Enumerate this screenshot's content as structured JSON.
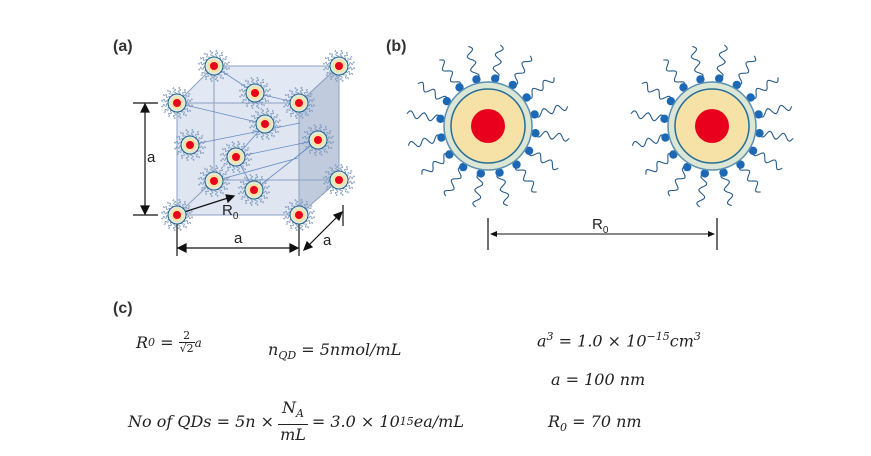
{
  "panels": {
    "a": "(a)",
    "b": "(b)",
    "c": "(c)"
  },
  "cube": {
    "edge_label": "a",
    "nn_label": "R",
    "nn_sub": "0"
  },
  "pair": {
    "distance_label": "R",
    "distance_sub": "0"
  },
  "equations": {
    "r0_def": {
      "lhs": "R",
      "lhs_sub": "0",
      "num": "2",
      "den": "√2",
      "var": "a"
    },
    "n_qd": {
      "sym": "n",
      "sub": "QD",
      "rhs": "= 5nmol/mL"
    },
    "count": {
      "lhs": "No of QDs = 5n ×",
      "num": "N",
      "num_sub": "A",
      "den": "mL",
      "rhs": "= 3.0 × 10",
      "rhs_exp": "15",
      "rhs_unit": "ea/mL"
    },
    "a_cubed": {
      "lhs": "a",
      "lhs_exp": "3",
      "mid": "= 1.0 × 10",
      "exp": "−15",
      "unit": "cm",
      "unit_exp": "3"
    },
    "a_value": "a = 100 nm",
    "r0_value": {
      "lhs": "R",
      "lhs_sub": "0",
      "rhs": "= 70 nm"
    }
  },
  "colors": {
    "core": "#e8001c",
    "shell": "#f6e2a6",
    "ring": "#1f5c8a",
    "ligand": "#2b5d8a",
    "cube_face": "#c9d6ea"
  }
}
